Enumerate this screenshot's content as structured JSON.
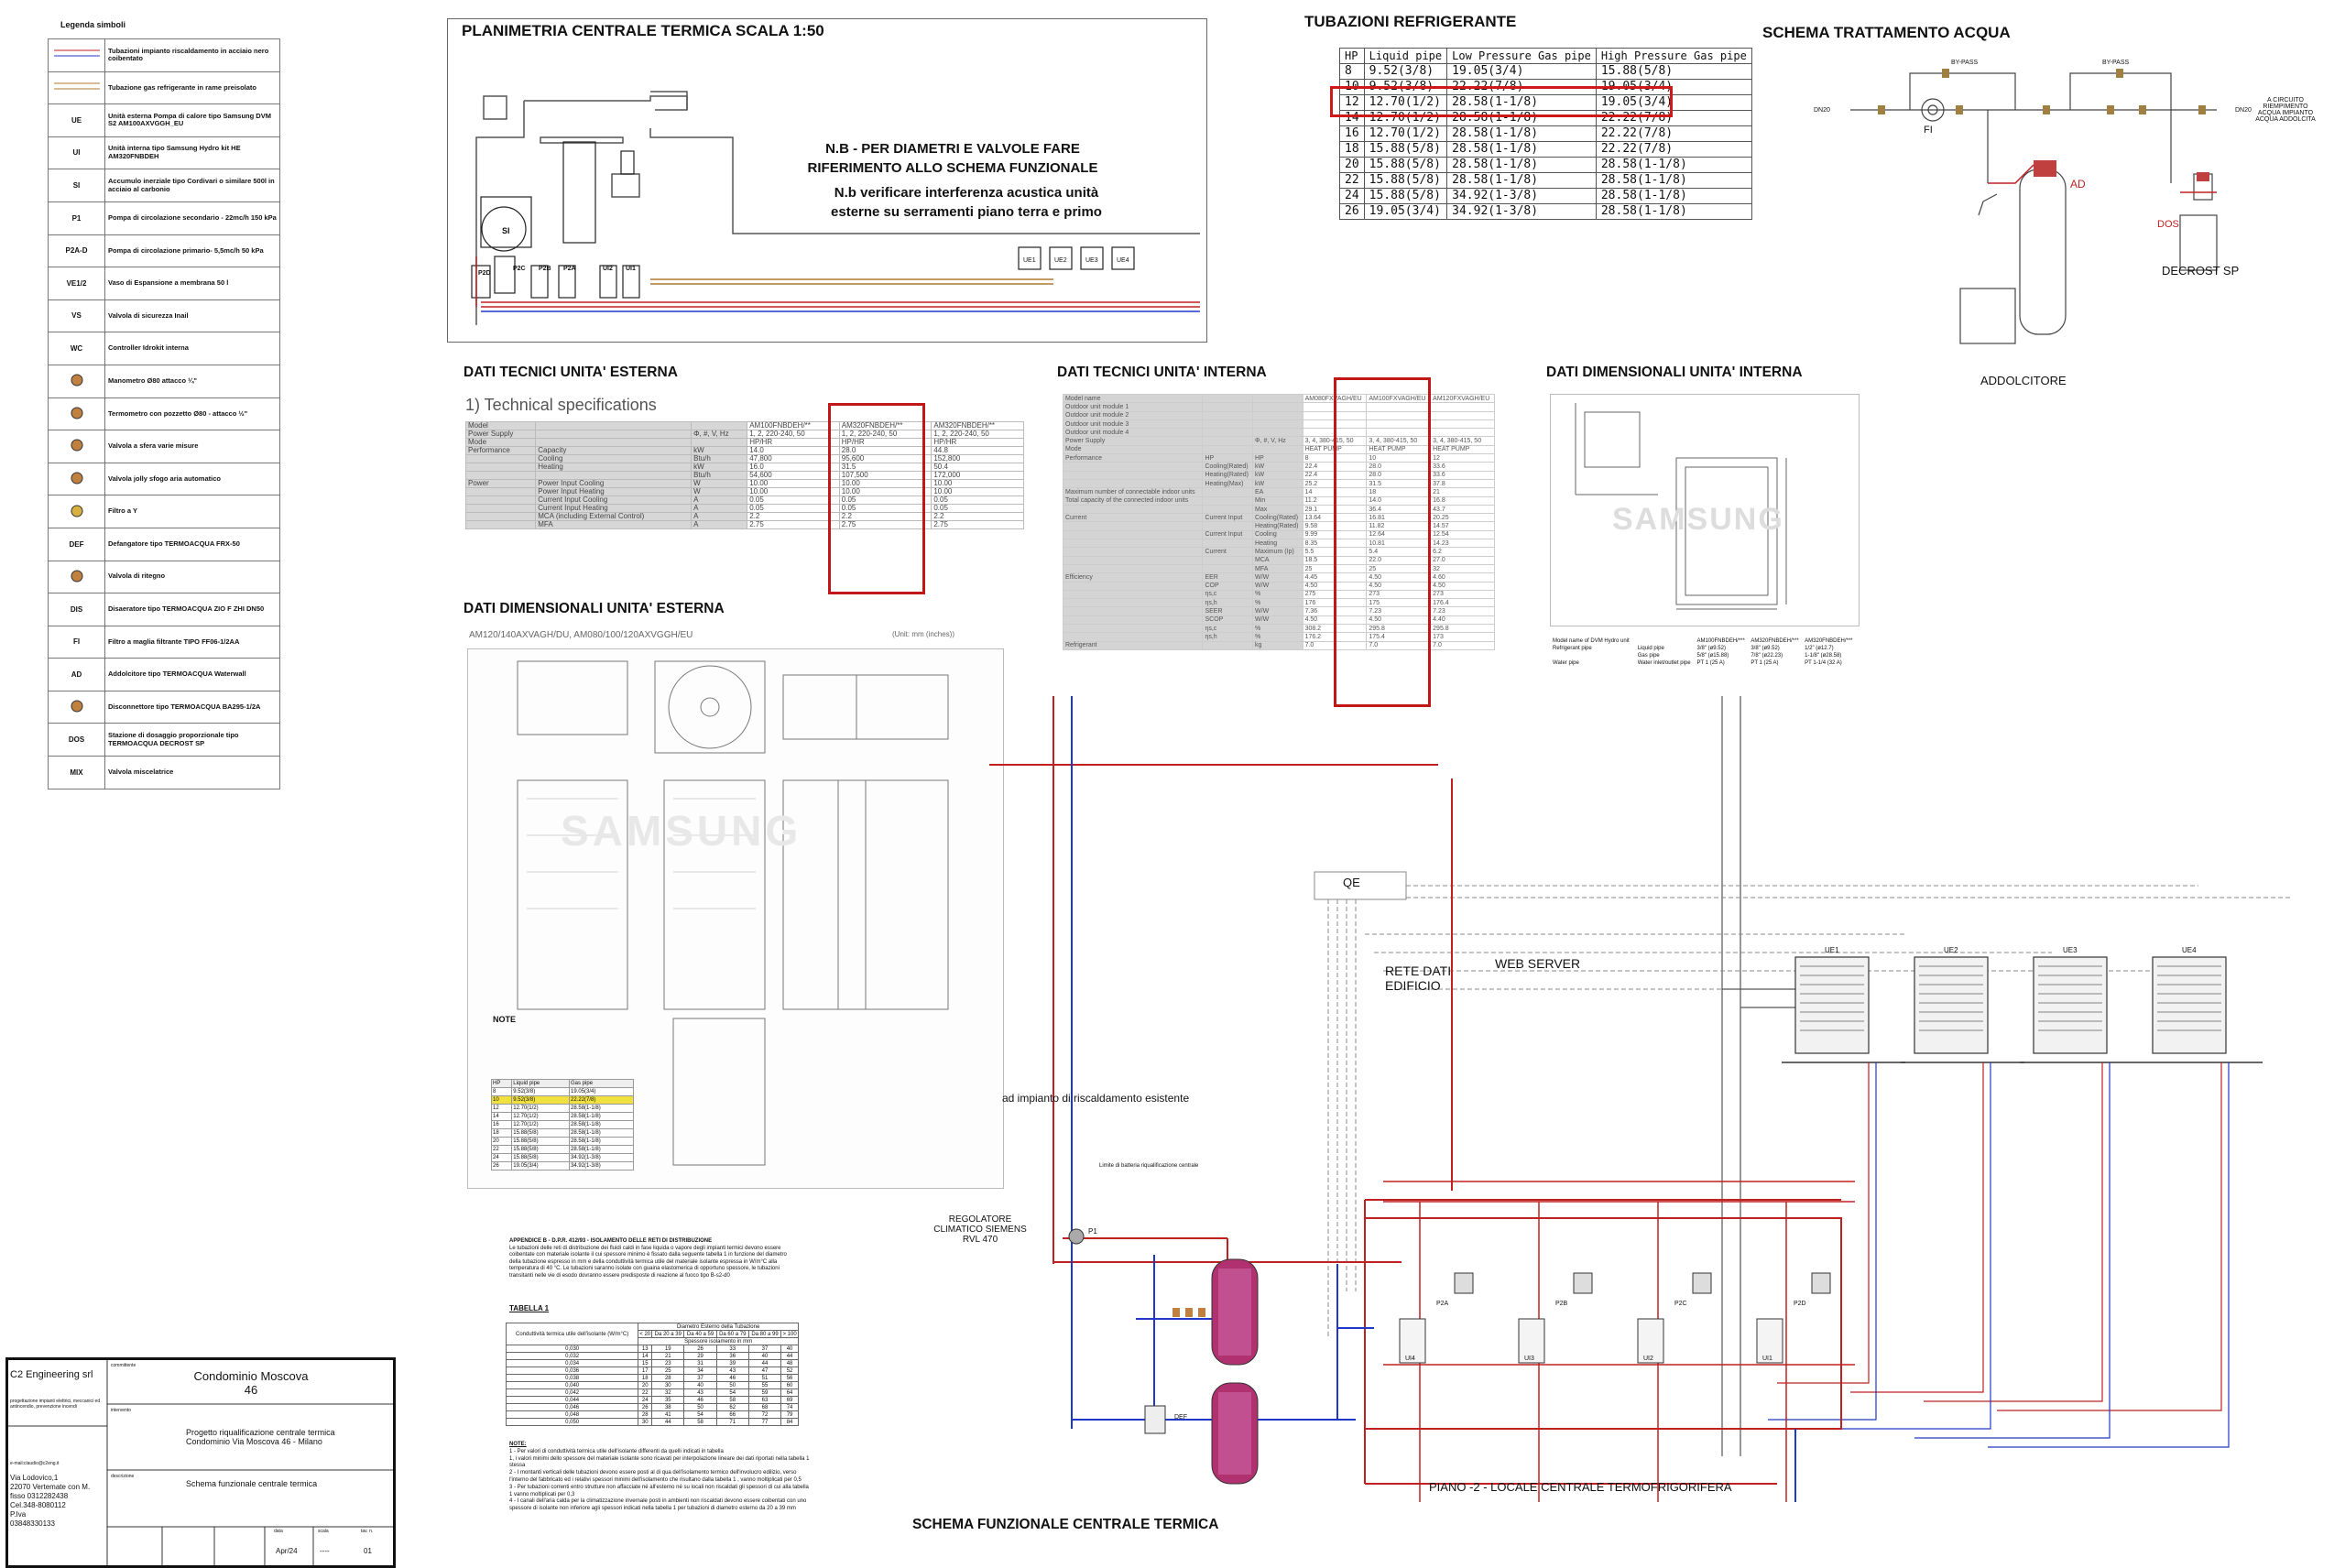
{
  "legend": {
    "title": "Legenda simboli",
    "rows": [
      {
        "text": "Tubazioni impianto riscaldamento in acciaio nero coibentato",
        "icon": "heating-pipe-lines-icon"
      },
      {
        "text": "Tubazione gas refrigerante in rame preisolato",
        "icon": "refrigerant-pipe-lines-icon"
      },
      {
        "sym": "UE",
        "text": "Unità esterna Pompa di calore tipo Samsung DVM S2 AM100AXVGGH_EU"
      },
      {
        "sym": "UI",
        "text": "Unità interna tipo Samsung Hydro kit HE AM320FNBDEH"
      },
      {
        "sym": "SI",
        "text": "Accumulo inerziale tipo Cordivari o similare 500l in acciaio al carbonio"
      },
      {
        "sym": "P1",
        "text": "Pompa di circolazione secondario - 22mc/h 150 kPa"
      },
      {
        "sym": "P2A-D",
        "text": "Pompa di circolazione primario- 5,5mc/h 50 kPa"
      },
      {
        "sym": "VE1/2",
        "text": "Vaso di Espansione a membrana 50 l"
      },
      {
        "sym": "VS",
        "text": "Valvola di sicurezza Inail"
      },
      {
        "sym": "WC",
        "text": "Controller Idrokit interna"
      },
      {
        "icon": "manometer-icon",
        "text": "Manometro Ø80 attacco ¼\""
      },
      {
        "icon": "thermometer-icon",
        "text": "Termometro con pozzetto Ø80 - attacco ½\""
      },
      {
        "icon": "ball-valve-icon",
        "text": "Valvola a sfera varie misure"
      },
      {
        "icon": "air-vent-icon",
        "text": "Valvola jolly sfogo aria automatico"
      },
      {
        "icon": "y-filter-icon",
        "text": "Filtro a Y"
      },
      {
        "sym": "DEF",
        "text": "Defangatore tipo TERMOACQUA FRX-50"
      },
      {
        "icon": "check-valve-icon",
        "text": "Valvola di ritegno"
      },
      {
        "sym": "DIS",
        "text": "Disaeratore tipo TERMOACQUA ZIO F ZHI DN50"
      },
      {
        "sym": "FI",
        "text": "Filtro a maglia filtrante TIPO FF06-1/2AA"
      },
      {
        "sym": "AD",
        "text": "Addolcitore tipo TERMOACQUA Waterwall"
      },
      {
        "icon": "disconnector-icon",
        "text": "Disconnettore tipo TERMOACQUA BA295-1/2A"
      },
      {
        "sym": "DOS",
        "text": "Stazione di dosaggio proporzionale tipo TERMOACQUA DECROST SP"
      },
      {
        "sym": "MIX",
        "text": "Valvola miscelatrice"
      }
    ]
  },
  "plan": {
    "title": "PLANIMETRIA CENTRALE TERMICA SCALA 1:50",
    "note1": "N.B - PER DIAMETRI E VALVOLE FARE RIFERIMENTO ALLO SCHEMA FUNZIONALE",
    "note2": "N.b verificare interferenza acustica unità esterne su serramenti piano terra e primo",
    "units": [
      "UE1",
      "UE2",
      "UE3",
      "UE4"
    ]
  },
  "refrigerant": {
    "title": "TUBAZIONI REFRIGERANTE",
    "headers": [
      "HP",
      "Liquid pipe",
      "Low Pressure Gas pipe",
      "High Pressure Gas pipe"
    ],
    "rows": [
      [
        "8",
        "9.52(3/8)",
        "19.05(3/4)",
        "15.88(5/8)"
      ],
      [
        "10",
        "9.52(3/8)",
        "22.22(7/8)",
        "19.05(3/4)"
      ],
      [
        "12",
        "12.70(1/2)",
        "28.58(1-1/8)",
        "19.05(3/4)"
      ],
      [
        "14",
        "12.70(1/2)",
        "28.58(1-1/8)",
        "22.22(7/8)"
      ],
      [
        "16",
        "12.70(1/2)",
        "28.58(1-1/8)",
        "22.22(7/8)"
      ],
      [
        "18",
        "15.88(5/8)",
        "28.58(1-1/8)",
        "22.22(7/8)"
      ],
      [
        "20",
        "15.88(5/8)",
        "28.58(1-1/8)",
        "28.58(1-1/8)"
      ],
      [
        "22",
        "15.88(5/8)",
        "28.58(1-1/8)",
        "28.58(1-1/8)"
      ],
      [
        "24",
        "15.88(5/8)",
        "34.92(1-3/8)",
        "28.58(1-1/8)"
      ],
      [
        "26",
        "19.05(3/4)",
        "34.92(1-3/8)",
        "28.58(1-1/8)"
      ]
    ]
  },
  "water": {
    "title": "SCHEMA TRATTAMENTO ACQUA",
    "bypass": "BY-PASS",
    "dn": "DN20",
    "fi": "FI",
    "ad": "AD",
    "dos": "DOS",
    "decrost": "DECROST SP",
    "addolcitore": "ADDOLCITORE",
    "circuit": "A CIRCUITO RIEMPIMENTO ACQUA IMPIANTO ACQUA ADDOLCITA"
  },
  "sections": {
    "ext_tech": "DATI TECNICI UNITA' ESTERNA",
    "int_tech": "DATI TECNICI UNITA' INTERNA",
    "int_dim": "DATI DIMENSIONALI UNITA' INTERNA",
    "ext_dim": "DATI DIMENSIONALI UNITA' ESTERNA",
    "tech_spec": "1) Technical specifications",
    "ext_models": "AM120/140AXVAGH/DU, AM080/100/120AXVGGH/EU",
    "unit_note": "(Unit: mm (inches))",
    "note_label": "NOTE",
    "watermark": "SAMSUNG"
  },
  "spec_table": {
    "rows": [
      [
        "Model",
        "",
        "",
        "AM100FNBDEH/**",
        "AM320FNBDEH/**",
        "AM320FNBDEH/**"
      ],
      [
        "Power Supply",
        "",
        "Φ, #, V, Hz",
        "1, 2, 220-240, 50",
        "1, 2, 220-240, 50",
        "1, 2, 220-240, 50"
      ],
      [
        "Mode",
        "",
        "",
        "HP/HR",
        "HP/HR",
        "HP/HR"
      ],
      [
        "Performance",
        "Capacity",
        "kW",
        "14.0",
        "28.0",
        "44.8"
      ],
      [
        "",
        "Cooling",
        "Btu/h",
        "47,800",
        "95,600",
        "152,800"
      ],
      [
        "",
        "Heating",
        "kW",
        "16.0",
        "31.5",
        "50.4"
      ],
      [
        "",
        "",
        "Btu/h",
        "54,600",
        "107,500",
        "172,000"
      ],
      [
        "Power",
        "Power Input Cooling",
        "W",
        "10.00",
        "10.00",
        "10.00"
      ],
      [
        "",
        "Power Input Heating",
        "W",
        "10.00",
        "10.00",
        "10.00"
      ],
      [
        "",
        "Current Input Cooling",
        "A",
        "0.05",
        "0.05",
        "0.05"
      ],
      [
        "",
        "Current Input Heating",
        "A",
        "0.05",
        "0.05",
        "0.05"
      ],
      [
        "",
        "MCA (including External Control)",
        "A",
        "2.2",
        "2.2",
        "2.2"
      ],
      [
        "",
        "MFA",
        "A",
        "2.75",
        "2.75",
        "2.75"
      ]
    ]
  },
  "int_table": {
    "rows": [
      [
        "Model name",
        "",
        "",
        "AM080FXVAGH/EU",
        "AM100FXVAGH/EU",
        "AM120FXVAGH/EU"
      ],
      [
        "Outdoor unit module 1",
        "",
        "",
        "",
        "",
        ""
      ],
      [
        "Outdoor unit module 2",
        "",
        "",
        "",
        "",
        ""
      ],
      [
        "Outdoor unit module 3",
        "",
        "",
        "",
        "",
        ""
      ],
      [
        "Outdoor unit module 4",
        "",
        "",
        "",
        "",
        ""
      ],
      [
        "Power Supply",
        "",
        "Φ, #, V, Hz",
        "3, 4, 380-415, 50",
        "3, 4, 380-415, 50",
        "3, 4, 380-415, 50"
      ],
      [
        "Mode",
        "",
        "",
        "HEAT PUMP",
        "HEAT PUMP",
        "HEAT PUMP"
      ],
      [
        "Performance",
        "HP",
        "HP",
        "8",
        "10",
        "12"
      ],
      [
        "",
        "Cooling(Rated)",
        "kW",
        "22.4",
        "28.0",
        "33.6"
      ],
      [
        "",
        "Heating(Rated)",
        "kW",
        "22.4",
        "28.0",
        "33.6"
      ],
      [
        "",
        "Heating(Max)",
        "kW",
        "25.2",
        "31.5",
        "37.8"
      ],
      [
        "Maximum number of connectable indoor units",
        "",
        "EA",
        "14",
        "18",
        "21"
      ],
      [
        "Total capacity of the connected indoor units",
        "",
        "Min",
        "11.2",
        "14.0",
        "16.8"
      ],
      [
        "",
        "",
        "Max",
        "29.1",
        "36.4",
        "43.7"
      ],
      [
        "Current",
        "Current Input",
        "Cooling(Rated)",
        "13.64",
        "16.81",
        "20.25"
      ],
      [
        "",
        "",
        "Heating(Rated)",
        "9.58",
        "11.82",
        "14.57"
      ],
      [
        "",
        "Current Input",
        "Cooling",
        "9.99",
        "12.64",
        "12.54"
      ],
      [
        "",
        "",
        "Heating",
        "8.35",
        "10.81",
        "14.23"
      ],
      [
        "",
        "Current",
        "Maximum (Ip)",
        "5.5",
        "5.4",
        "6.2"
      ],
      [
        "",
        "",
        "MCA",
        "18.5",
        "22.0",
        "27.0"
      ],
      [
        "",
        "",
        "MFA",
        "25",
        "25",
        "32"
      ],
      [
        "Efficiency",
        "EER",
        "W/W",
        "4.45",
        "4.50",
        "4.60"
      ],
      [
        "",
        "COP",
        "W/W",
        "4.50",
        "4.50",
        "4.50"
      ],
      [
        "",
        "ηs,c",
        "%",
        "275",
        "273",
        "273"
      ],
      [
        "",
        "ηs,h",
        "%",
        "176",
        "175",
        "176.4"
      ],
      [
        "",
        "SEER",
        "W/W",
        "7.36",
        "7.23",
        "7.23"
      ],
      [
        "",
        "SCOP",
        "W/W",
        "4.50",
        "4.50",
        "4.40"
      ],
      [
        "",
        "ηs,c",
        "%",
        "308.2",
        "295.8",
        "295.8"
      ],
      [
        "",
        "ηs,h",
        "%",
        "176.2",
        "175.4",
        "173"
      ],
      [
        "Refrigerant",
        "",
        "kg",
        "7.0",
        "7.0",
        "7.0"
      ]
    ]
  },
  "int_dim_table": {
    "rows": [
      [
        "Model name of DVM Hydro unit",
        "",
        "AM100FNBDEH/***",
        "AM320FNBDEH/***",
        "AM320FNBDEH/***"
      ],
      [
        "Refrigerant pipe",
        "Liquid pipe",
        "3/8\" (ø9.52)",
        "3/8\" (ø9.52)",
        "1/2\" (ø12.7)"
      ],
      [
        "",
        "Gas pipe",
        "5/8\" (ø15.88)",
        "7/8\" (ø22.23)",
        "1-1/8\" (ø28.58)"
      ],
      [
        "Water pipe",
        "Water inlet/outlet pipe",
        "PT 1 (25 A)",
        "PT 1 (25 A)",
        "PT 1-1/4 (32 A)"
      ]
    ]
  },
  "bottom_ref": {
    "headers": [
      "HP",
      "Liquid pipe",
      "Gas pipe"
    ],
    "rows": [
      [
        "8",
        "9.52(3/8)",
        "19.05(3/4)"
      ],
      [
        "10",
        "9.52(3/8)",
        "22.22(7/8)"
      ],
      [
        "12",
        "12.70(1/2)",
        "28.58(1-1/8)"
      ],
      [
        "14",
        "12.70(1/2)",
        "28.58(1-1/8)"
      ],
      [
        "16",
        "12.70(1/2)",
        "28.58(1-1/8)"
      ],
      [
        "18",
        "15.88(5/8)",
        "28.58(1-1/8)"
      ],
      [
        "20",
        "15.88(5/8)",
        "28.58(1-1/8)"
      ],
      [
        "22",
        "15.88(5/8)",
        "28.58(1-1/8)"
      ],
      [
        "24",
        "15.88(5/8)",
        "34.92(1-3/8)"
      ],
      [
        "26",
        "19.05(3/4)",
        "34.92(1-3/8)"
      ]
    ]
  },
  "schema": {
    "title": "SCHEMA FUNZIONALE CENTRALE TERMICA",
    "qe": "QE",
    "rete": "RETE DATI EDIFICIO",
    "webserver": "WEB SERVER",
    "existing": "ad impianto di riscaldamento esistente",
    "limit": "Limite di batteria riqualificazione centrale",
    "regulator": "REGOLATORE CLIMATICO SIEMENS RVL 470",
    "floor": "PIANO -2 - LOCALE CENTRALE TERMOFRIGORIFERA",
    "outdoor": [
      "UE1",
      "UE2",
      "UE3",
      "UE4"
    ],
    "pumps": [
      "P2A",
      "P2B",
      "P2C",
      "P2D"
    ],
    "indoor": [
      "UI4",
      "UI3",
      "UI2",
      "UI1"
    ],
    "p1": "P1",
    "def": "DEF"
  },
  "appendix": {
    "title": "APPENDICE B - D.P.R. 412/93 - ISOLAMENTO DELLE RETI DI DISTRIBUZIONE",
    "body": "Le tubazioni delle reti di distribuzione dei fluidi caldi in fase liquida o vapore degli impianti termici devono essere coibentate con materiale isolante il cui spessore minimo è fissato dalla seguente tabella 1 in funzione del diametro della tubazione espresso in mm e della conduttività termica utile del materiale isolante espressa in W/m°C alla temperatura di 40 °C. Le tubazioni saranno isolate con guaina elastomerica di opportuno spessore, le tubazioni transitanti nelle vie di esodo dovranno essere predisposte di reazione al fuoco tipo B-s2-d0",
    "tabella": "TABELLA 1",
    "col1": "Conduttività termica utile dell'isolante (W/m°C)",
    "diam": "Diametro Esterno della Tubazione",
    "thick": "Spessore isolamento in mm",
    "diams": [
      "< 20",
      "Da 20 a 39",
      "Da 40 a 59",
      "Da 60 a 79",
      "Da 80 a 99",
      "> 100"
    ],
    "rows": [
      [
        "0,030",
        "13",
        "19",
        "26",
        "33",
        "37",
        "40"
      ],
      [
        "0,032",
        "14",
        "21",
        "29",
        "36",
        "40",
        "44"
      ],
      [
        "0,034",
        "15",
        "23",
        "31",
        "39",
        "44",
        "48"
      ],
      [
        "0,036",
        "17",
        "25",
        "34",
        "43",
        "47",
        "52"
      ],
      [
        "0,038",
        "18",
        "28",
        "37",
        "46",
        "51",
        "56"
      ],
      [
        "0,040",
        "20",
        "30",
        "40",
        "50",
        "55",
        "60"
      ],
      [
        "0,042",
        "22",
        "32",
        "43",
        "54",
        "59",
        "64"
      ],
      [
        "0,044",
        "24",
        "35",
        "46",
        "58",
        "63",
        "69"
      ],
      [
        "0,046",
        "26",
        "38",
        "50",
        "62",
        "68",
        "74"
      ],
      [
        "0,048",
        "28",
        "41",
        "54",
        "66",
        "72",
        "79"
      ],
      [
        "0,050",
        "30",
        "44",
        "58",
        "71",
        "77",
        "84"
      ]
    ],
    "note_title": "NOTE:",
    "notes": [
      "1 - Per valori di conduttività termica utile dell'isolante differenti da quelli indicati in tabella",
      "1, i valori minimi dello spessore del materiale isolante sono ricavati per interpolazione lineare dei dati riportati nella tabella 1 stessa",
      "2 - I montanti verticali delle tubazioni devono essere posti al di qua dell'isolamento termico dell'involucro edilizio, verso l'interno del fabbricato ed i relativi spessori minimi dell'isolamento che risultano dalla tabella 1 , vanno moltiplicati per 0,5",
      "3 - Per tubazioni correnti entro strutture non affacciate né all'esterno né su locali non riscaldati gli spessori di cui alla tabella 1 vanno moltiplicati per 0,3",
      "4 - I canali dell'aria calda per la climatizzazione invernale posti in ambienti non riscaldati devono essere coibentati con uno spessore di isolante non inferiore agli spessori indicati nella tabella 1 per tubazioni di diametro esterno da 20 a 39 mm"
    ]
  },
  "titleblock": {
    "company": "C2 Engineering srl",
    "company_sub": "progettazione impianti elettrici, meccanici ed antincendio, prevenzione incendi",
    "committente_label": "committente",
    "client": "Condominio Moscova 46",
    "intervento_label": "intervento",
    "project": "Progetto riqualificazione centrale termica Condominio Via Moscova 46 - Milano",
    "email": "e-mail:claudio@c2eng.it",
    "address": "Via Lodovico,1",
    "city": "22070 Vertemate con M.",
    "fax": "fisso 0312282438",
    "cell": "Cel.348-8080112",
    "piva": "P.Iva",
    "piva_num": "03848330133",
    "descr_label": "descrizione",
    "descr": "Schema funzionale centrale termica",
    "data_label": "data",
    "data": "Apr/24",
    "scala_label": "scala",
    "scala": "----",
    "tav_label": "tav. n.",
    "tav": "01"
  },
  "colors": {
    "red": "#d01818",
    "blue": "#2038c8",
    "brown": "#b07830",
    "accent": "#f0e040"
  }
}
